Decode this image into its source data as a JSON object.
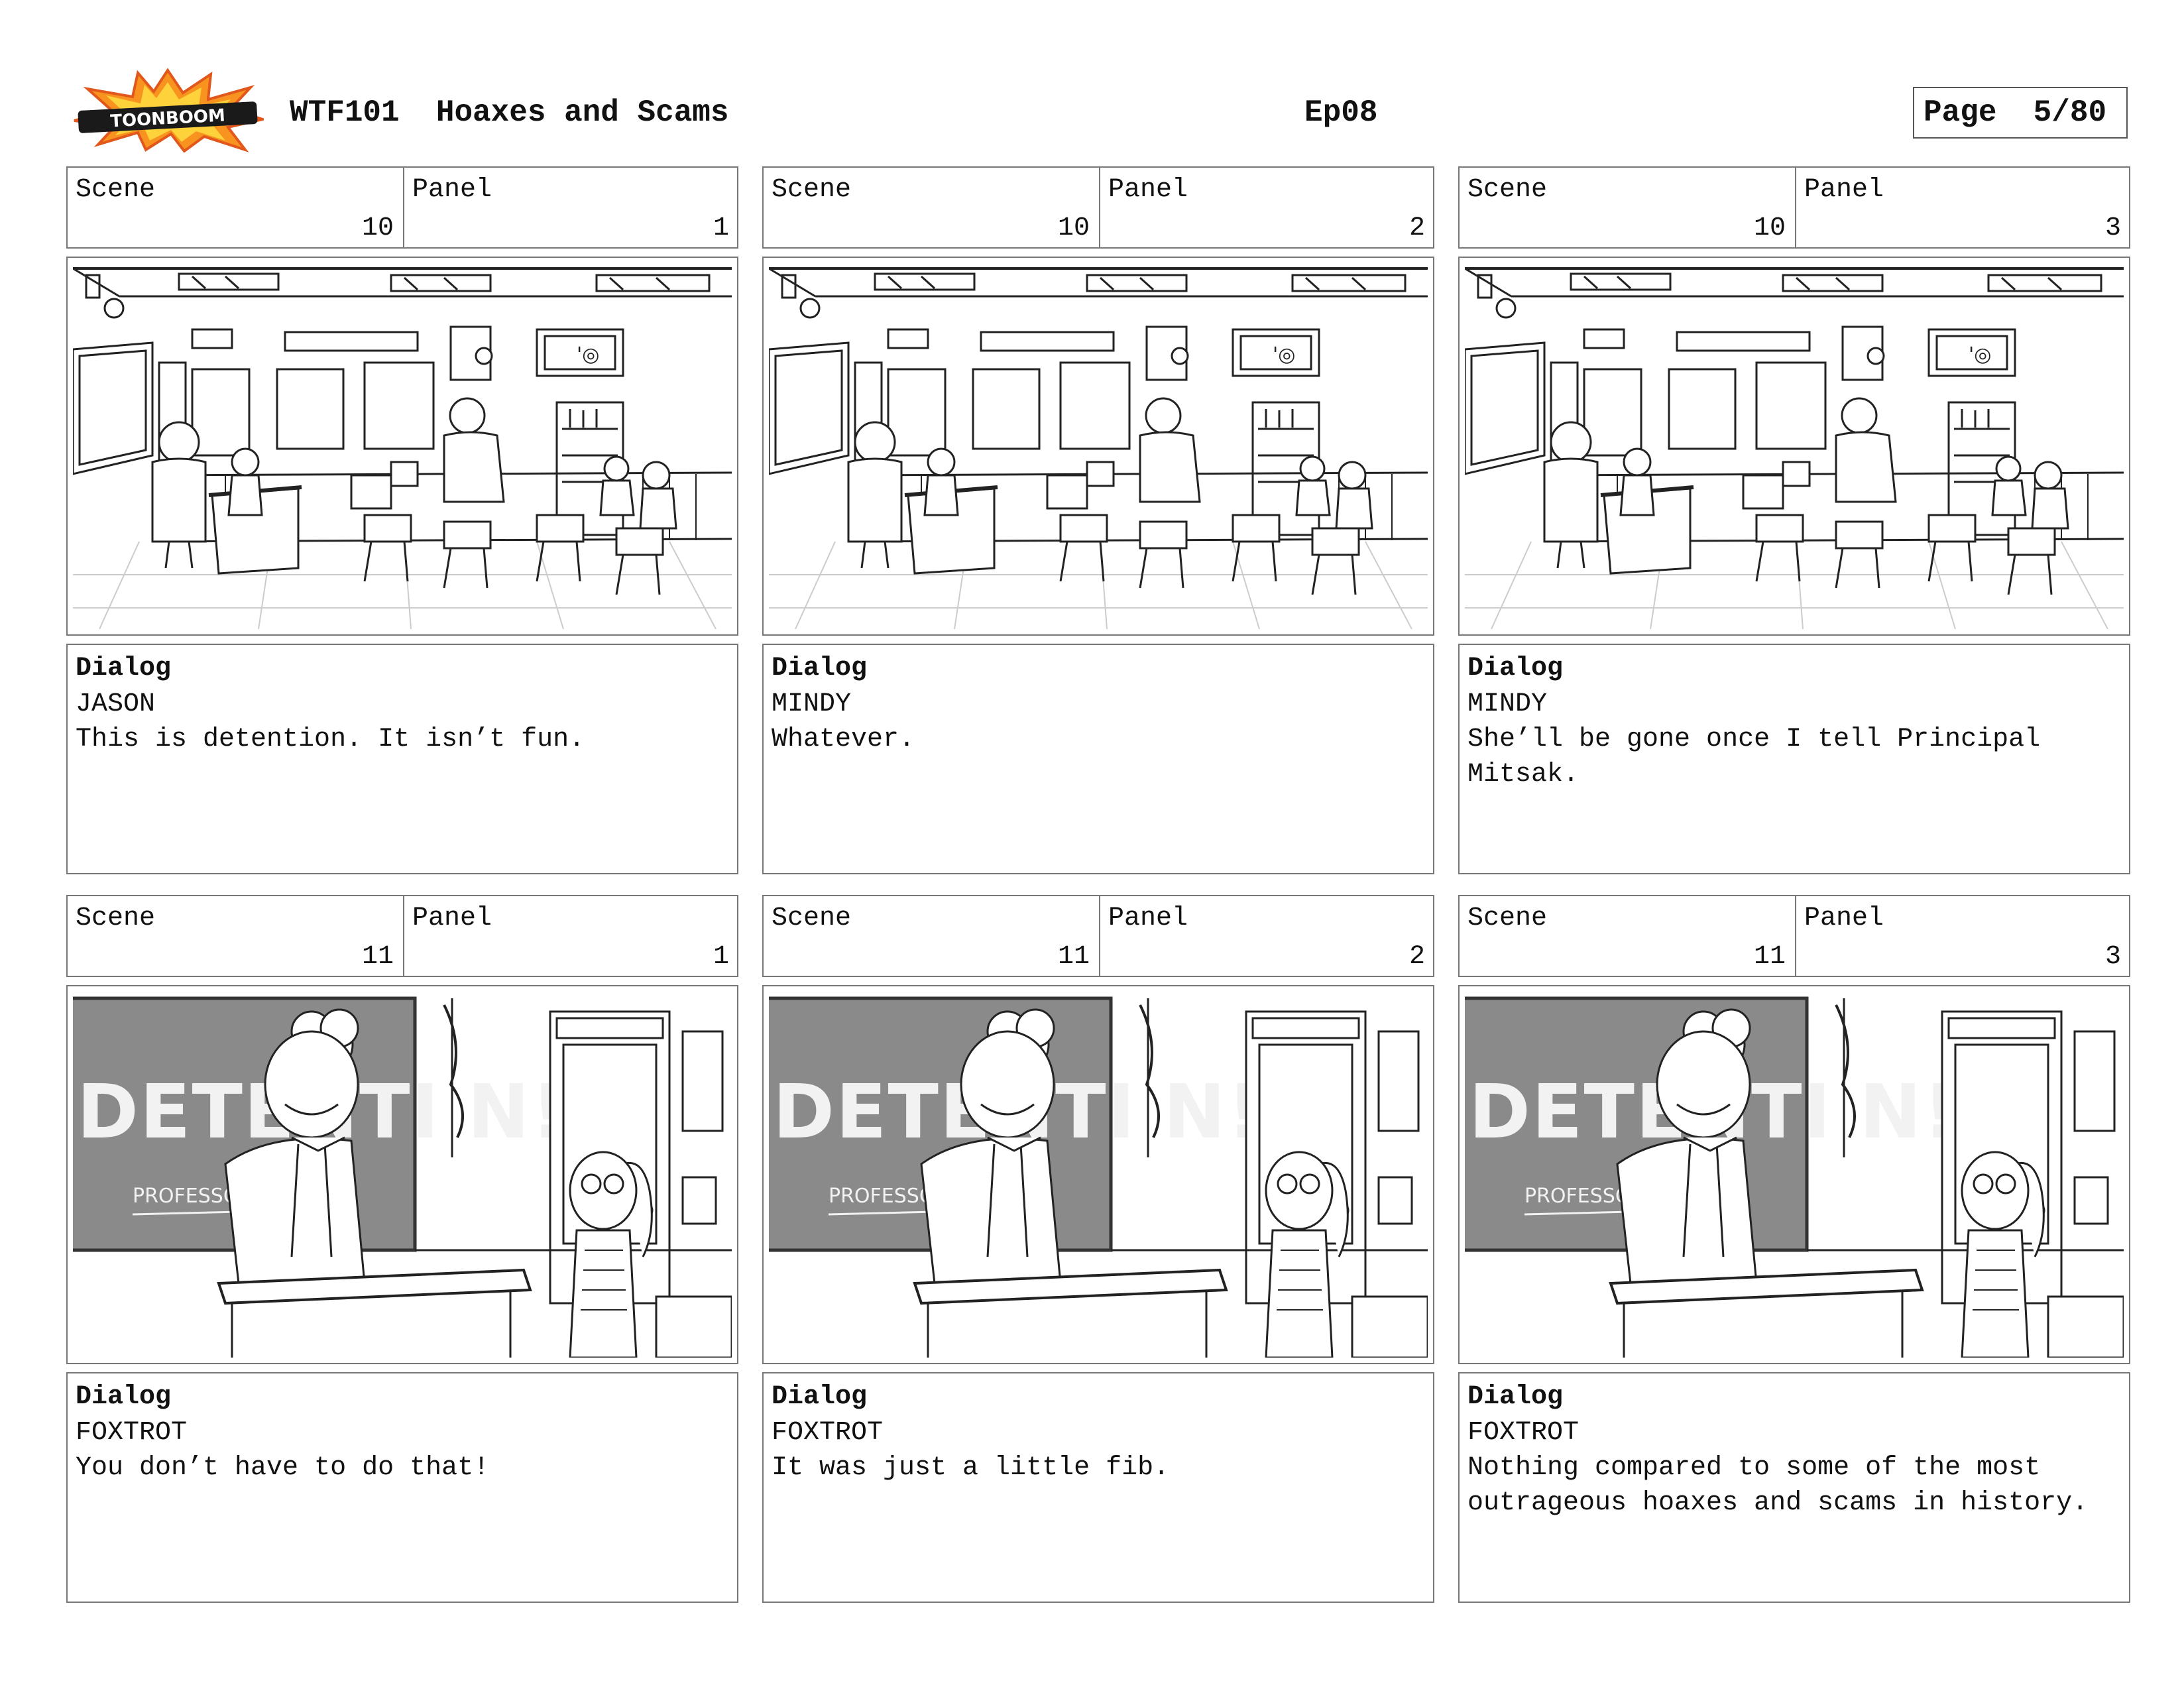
{
  "header": {
    "logo_text": "TOONBOOM",
    "title": "WTF101  Hoaxes and Scams",
    "episode": "Ep08",
    "page": "Page  5/80"
  },
  "labels": {
    "scene": "Scene",
    "panel": "Panel",
    "dialog": "Dialog"
  },
  "panels": [
    {
      "scene": "10",
      "panel": "1",
      "character": "JASON",
      "text": "This is detention. It isn’t fun."
    },
    {
      "scene": "10",
      "panel": "2",
      "character": "MINDY",
      "text": "Whatever."
    },
    {
      "scene": "10",
      "panel": "3",
      "character": "MINDY",
      "text": "She’ll be gone once I tell Principal\nMitsak."
    },
    {
      "scene": "11",
      "panel": "1",
      "character": "FOXTROT",
      "text": "You don’t have to do that!"
    },
    {
      "scene": "11",
      "panel": "2",
      "character": "FOXTROT",
      "text": "It was just a little fib."
    },
    {
      "scene": "11",
      "panel": "3",
      "character": "FOXTROT",
      "text": "Nothing compared to some of the most\noutrageous hoaxes and scams in history."
    }
  ],
  "board_art": {
    "chalkboard_text": "DETENTI N!",
    "chalkboard_subtext": "PROFESSOR"
  }
}
